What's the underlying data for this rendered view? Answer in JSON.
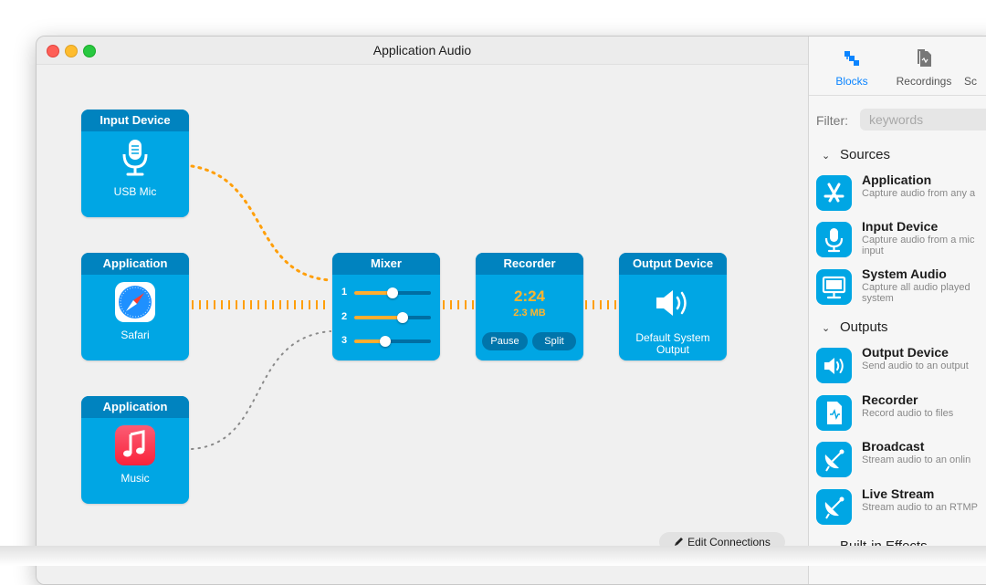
{
  "window": {
    "title": "Application Audio"
  },
  "blocks": {
    "input_device": {
      "header": "Input Device",
      "label": "USB Mic",
      "icon": "microphone-icon"
    },
    "safari": {
      "header": "Application",
      "label": "Safari",
      "icon": "safari-icon"
    },
    "music": {
      "header": "Application",
      "label": "Music",
      "icon": "music-icon"
    },
    "mixer": {
      "header": "Mixer",
      "channels": [
        {
          "label": "1",
          "level": 0.5
        },
        {
          "label": "2",
          "level": 0.63
        },
        {
          "label": "3",
          "level": 0.4
        }
      ]
    },
    "recorder": {
      "header": "Recorder",
      "time": "2:24",
      "size": "2.3 MB",
      "pause_label": "Pause",
      "split_label": "Split"
    },
    "output_device": {
      "header": "Output Device",
      "label": "Default System Output",
      "icon": "speaker-icon"
    }
  },
  "canvas": {
    "edit_connections_label": "Edit Connections"
  },
  "sidebar": {
    "tabs": [
      {
        "label": "Blocks",
        "icon": "blocks-icon",
        "active": true
      },
      {
        "label": "Recordings",
        "icon": "recordings-icon",
        "active": false
      },
      {
        "label": "Sc",
        "icon": "schedule-icon",
        "active": false
      }
    ],
    "filter": {
      "label": "Filter:",
      "placeholder": "keywords",
      "value": ""
    },
    "sections": {
      "sources": {
        "title": "Sources",
        "items": [
          {
            "name": "Application",
            "desc": "Capture audio from any a",
            "icon": "app-store-icon"
          },
          {
            "name": "Input Device",
            "desc": "Capture audio from a mic input",
            "icon": "microphone-icon"
          },
          {
            "name": "System Audio",
            "desc": "Capture all audio played system",
            "icon": "monitor-icon"
          }
        ]
      },
      "outputs": {
        "title": "Outputs",
        "items": [
          {
            "name": "Output Device",
            "desc": "Send audio to an output",
            "icon": "speaker-icon"
          },
          {
            "name": "Recorder",
            "desc": "Record audio to files",
            "icon": "document-icon"
          },
          {
            "name": "Broadcast",
            "desc": "Stream audio to an onlin",
            "icon": "satellite-dish-icon"
          },
          {
            "name": "Live Stream",
            "desc": "Stream audio to an RTMP",
            "icon": "satellite-dish-icon"
          }
        ]
      },
      "effects": {
        "title": "Built-in Effects"
      }
    }
  },
  "colors": {
    "block": "#00a6e4",
    "block_header": "#0083bf",
    "active_wire": "#ff9f0a",
    "inactive_wire": "#8a8a8a",
    "accent": "#0a84ff"
  }
}
